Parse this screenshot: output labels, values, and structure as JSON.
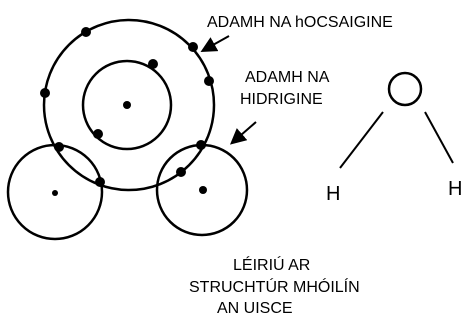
{
  "labels": {
    "oxygen_atom": "ADAMH NA hOCSAIGINE",
    "hydrogen_atom_line1": "ADAMH NA",
    "hydrogen_atom_line2": "HIDRIGINE",
    "caption_line1": "LÉIRIÚ AR",
    "caption_line2": "STRUCHTÚR MHÓILÍN",
    "caption_line3": "AN UISCE",
    "hydrogen_left": "H",
    "hydrogen_right": "H"
  },
  "colors": {
    "ink": "#000000",
    "background": "#ffffff"
  }
}
